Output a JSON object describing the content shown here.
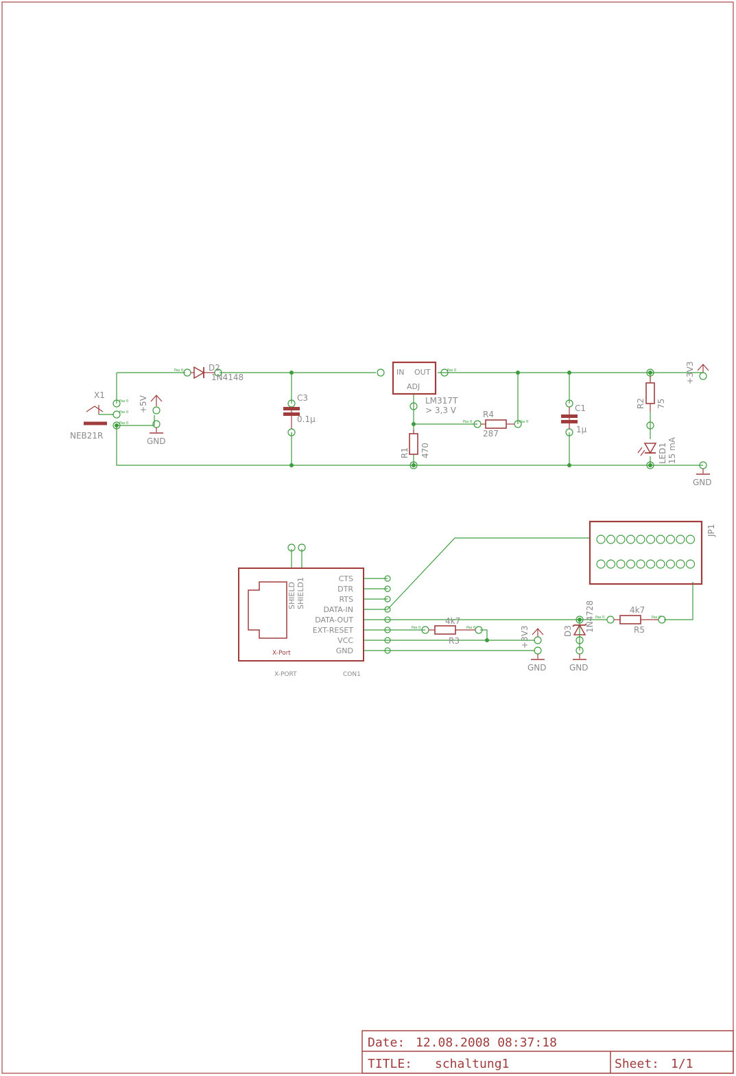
{
  "colors": {
    "frame": "#a84444",
    "symbol": "#a03c3c",
    "net": "#3e9c3e",
    "junction": "#3e9c3e",
    "label": "#8a8a8a",
    "pin": "#2f9a2f"
  },
  "title_block": {
    "date_label": "Date:",
    "date_value": "12.08.2008 08:37:18",
    "title_label": "TITLE:",
    "title_value": "schaltung1",
    "sheet_label": "Sheet:",
    "sheet_value": "1/1"
  },
  "power": {
    "x1": {
      "name": "X1",
      "value": "NEB21R"
    },
    "d2": {
      "name": "D2",
      "value": "1N4148"
    },
    "c3": {
      "name": "C3",
      "value": "0.1µ"
    },
    "regulator": {
      "name": "LM317T",
      "note": "> 3,3 V",
      "pin_in": "IN",
      "pin_out": "OUT",
      "pin_adj": "ADJ"
    },
    "r4": {
      "name": "R4",
      "value": "287"
    },
    "r1": {
      "name": "R1",
      "value": "470"
    },
    "c1": {
      "name": "C1",
      "value": "1µ"
    },
    "r2": {
      "name": "R2",
      "value": "75"
    },
    "led1": {
      "name": "LED1",
      "value": "15 mA"
    },
    "supply_5v": "+5V",
    "supply_3v3": "+3V3",
    "gnd": "GND"
  },
  "xport": {
    "body_label": "X-Port",
    "part_label": "X-PORT",
    "ref_label": "CON1",
    "shield_labels": [
      "SHIELD",
      "SHIELD1"
    ],
    "pins": [
      "CTS",
      "DTR",
      "RTS",
      "DATA-IN",
      "DATA-OUT",
      "EXT-RESET",
      "VCC",
      "GND"
    ],
    "r3": {
      "name": "R3",
      "value": "4k7"
    },
    "r5": {
      "name": "R5",
      "value": "4k7"
    },
    "d3": {
      "name": "D3",
      "value": "1N4728"
    },
    "jp1": "JP1",
    "supply_3v3": "+3V3",
    "gnd": "GND"
  },
  "pin_tag": "Pas 0"
}
